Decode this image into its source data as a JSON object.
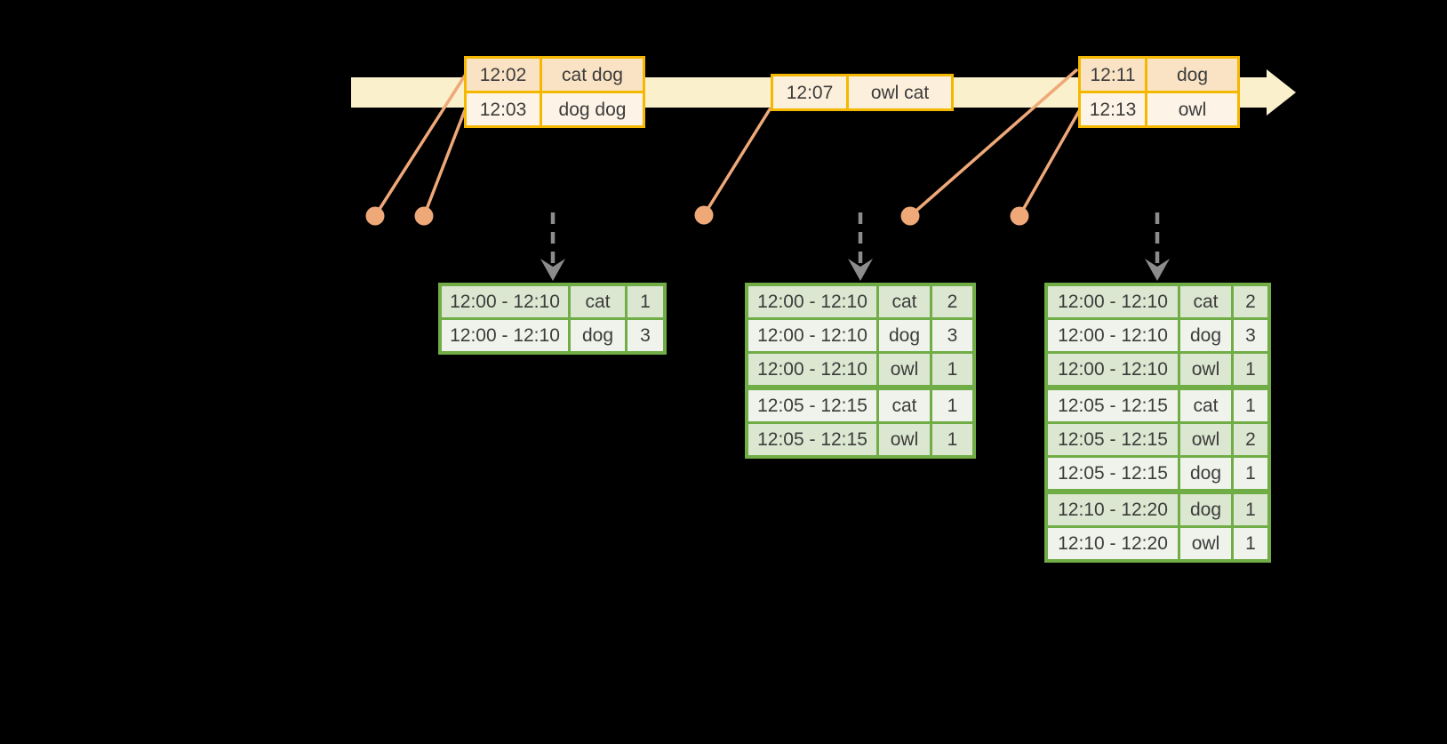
{
  "colors": {
    "background": "#000000",
    "timeline_band": "#FAF0CC",
    "event_table_border": "#F5B800",
    "event_row_dark": "#FAE3C4",
    "event_row_light": "#FDF3E6",
    "connector_orange": "#EFA878",
    "result_table_border": "#70AD47",
    "result_row_dark": "#DBE7D0",
    "result_row_light": "#EFF3EB",
    "trigger_arrow_gray": "#8C8C8C",
    "text": "#3C3C3C"
  },
  "event_tables": [
    {
      "rows": [
        {
          "time": "12:02",
          "words": "cat dog"
        },
        {
          "time": "12:03",
          "words": "dog dog"
        }
      ]
    },
    {
      "rows": [
        {
          "time": "12:07",
          "words": "owl cat"
        }
      ]
    },
    {
      "rows": [
        {
          "time": "12:11",
          "words": "dog"
        },
        {
          "time": "12:13",
          "words": "owl"
        }
      ]
    }
  ],
  "result_tables": [
    {
      "rows": [
        {
          "window": "12:00 - 12:10",
          "word": "cat",
          "count": "1"
        },
        {
          "window": "12:00 - 12:10",
          "word": "dog",
          "count": "3"
        }
      ]
    },
    {
      "rows": [
        {
          "window": "12:00 - 12:10",
          "word": "cat",
          "count": "2"
        },
        {
          "window": "12:00 - 12:10",
          "word": "dog",
          "count": "3"
        },
        {
          "window": "12:00 - 12:10",
          "word": "owl",
          "count": "1"
        },
        {
          "window": "12:05 - 12:15",
          "word": "cat",
          "count": "1"
        },
        {
          "window": "12:05 - 12:15",
          "word": "owl",
          "count": "1"
        }
      ]
    },
    {
      "rows": [
        {
          "window": "12:00 - 12:10",
          "word": "cat",
          "count": "2"
        },
        {
          "window": "12:00 - 12:10",
          "word": "dog",
          "count": "3"
        },
        {
          "window": "12:00 - 12:10",
          "word": "owl",
          "count": "1"
        },
        {
          "window": "12:05 - 12:15",
          "word": "cat",
          "count": "1"
        },
        {
          "window": "12:05 - 12:15",
          "word": "owl",
          "count": "2"
        },
        {
          "window": "12:05 - 12:15",
          "word": "dog",
          "count": "1"
        },
        {
          "window": "12:10 - 12:20",
          "word": "dog",
          "count": "1"
        },
        {
          "window": "12:10 - 12:20",
          "word": "owl",
          "count": "1"
        }
      ]
    }
  ]
}
